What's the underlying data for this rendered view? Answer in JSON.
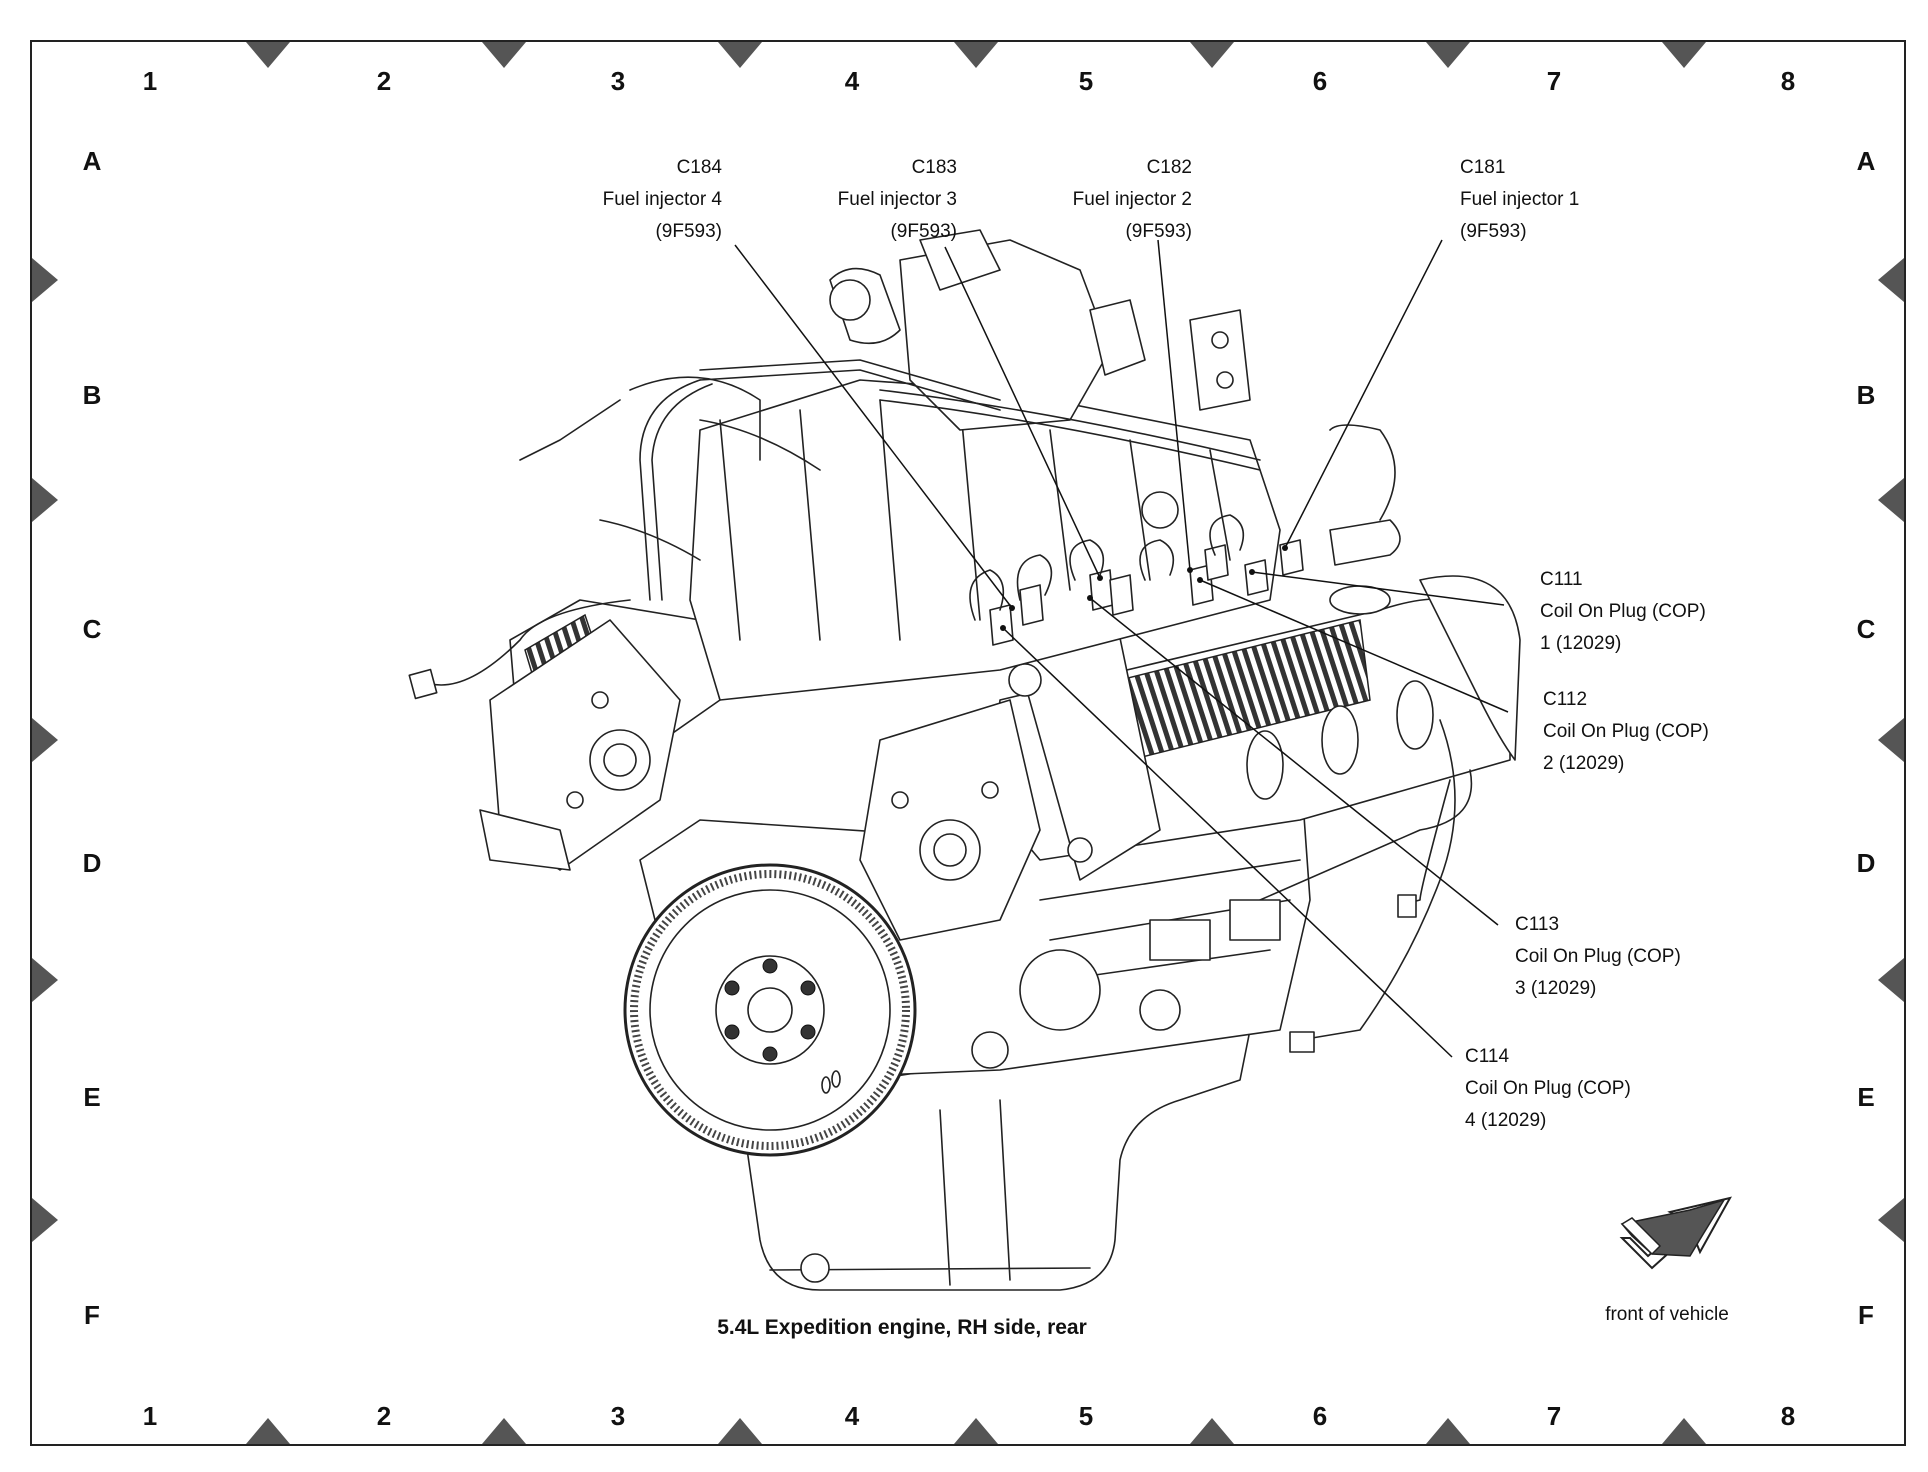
{
  "grid": {
    "columns": [
      "1",
      "2",
      "3",
      "4",
      "5",
      "6",
      "7",
      "8"
    ],
    "rows": [
      "A",
      "B",
      "C",
      "D",
      "E",
      "F"
    ]
  },
  "labels": {
    "c184": {
      "id": "C184",
      "name": "Fuel injector 4",
      "part": "(9F593)"
    },
    "c183": {
      "id": "C183",
      "name": "Fuel injector 3",
      "part": "(9F593)"
    },
    "c182": {
      "id": "C182",
      "name": "Fuel injector 2",
      "part": "(9F593)"
    },
    "c181": {
      "id": "C181",
      "name": "Fuel injector 1",
      "part": "(9F593)"
    },
    "c111": {
      "id": "C111",
      "name": "Coil On Plug (COP)",
      "part": "1 (12029)"
    },
    "c112": {
      "id": "C112",
      "name": "Coil On Plug (COP)",
      "part": "2 (12029)"
    },
    "c113": {
      "id": "C113",
      "name": "Coil On Plug (COP)",
      "part": "3 (12029)"
    },
    "c114": {
      "id": "C114",
      "name": "Coil On Plug (COP)",
      "part": "4 (12029)"
    }
  },
  "caption": "5.4L Expedition engine, RH side, rear",
  "direction_label": "front of vehicle"
}
